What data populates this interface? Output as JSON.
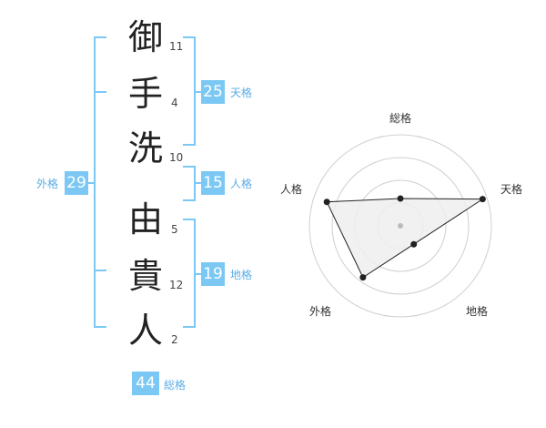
{
  "name": {
    "chars": [
      "御",
      "手",
      "洗",
      "由",
      "貴",
      "人"
    ],
    "strokes": [
      "11",
      "4",
      "10",
      "5",
      "12",
      "2"
    ]
  },
  "scores": {
    "tenkaku": {
      "value": "25",
      "label": "天格"
    },
    "jinkaku": {
      "value": "15",
      "label": "人格"
    },
    "chikaku": {
      "value": "19",
      "label": "地格"
    },
    "gaikaku": {
      "value": "29",
      "label": "外格"
    },
    "soukaku": {
      "value": "44",
      "label": "総格"
    }
  },
  "chart_data": {
    "type": "radar",
    "axes": [
      "総格",
      "天格",
      "地格",
      "外格",
      "人格"
    ],
    "values": [
      0.3,
      0.95,
      0.25,
      0.7,
      0.85
    ],
    "range": [
      0,
      1
    ],
    "rings": 4,
    "colors": {
      "fill": "#efefef",
      "line": "#222222",
      "grid": "#cfcfcf",
      "center": "#bbbbbb"
    }
  },
  "colors": {
    "accent": "#7cc8f4",
    "label": "#5aaee6"
  }
}
